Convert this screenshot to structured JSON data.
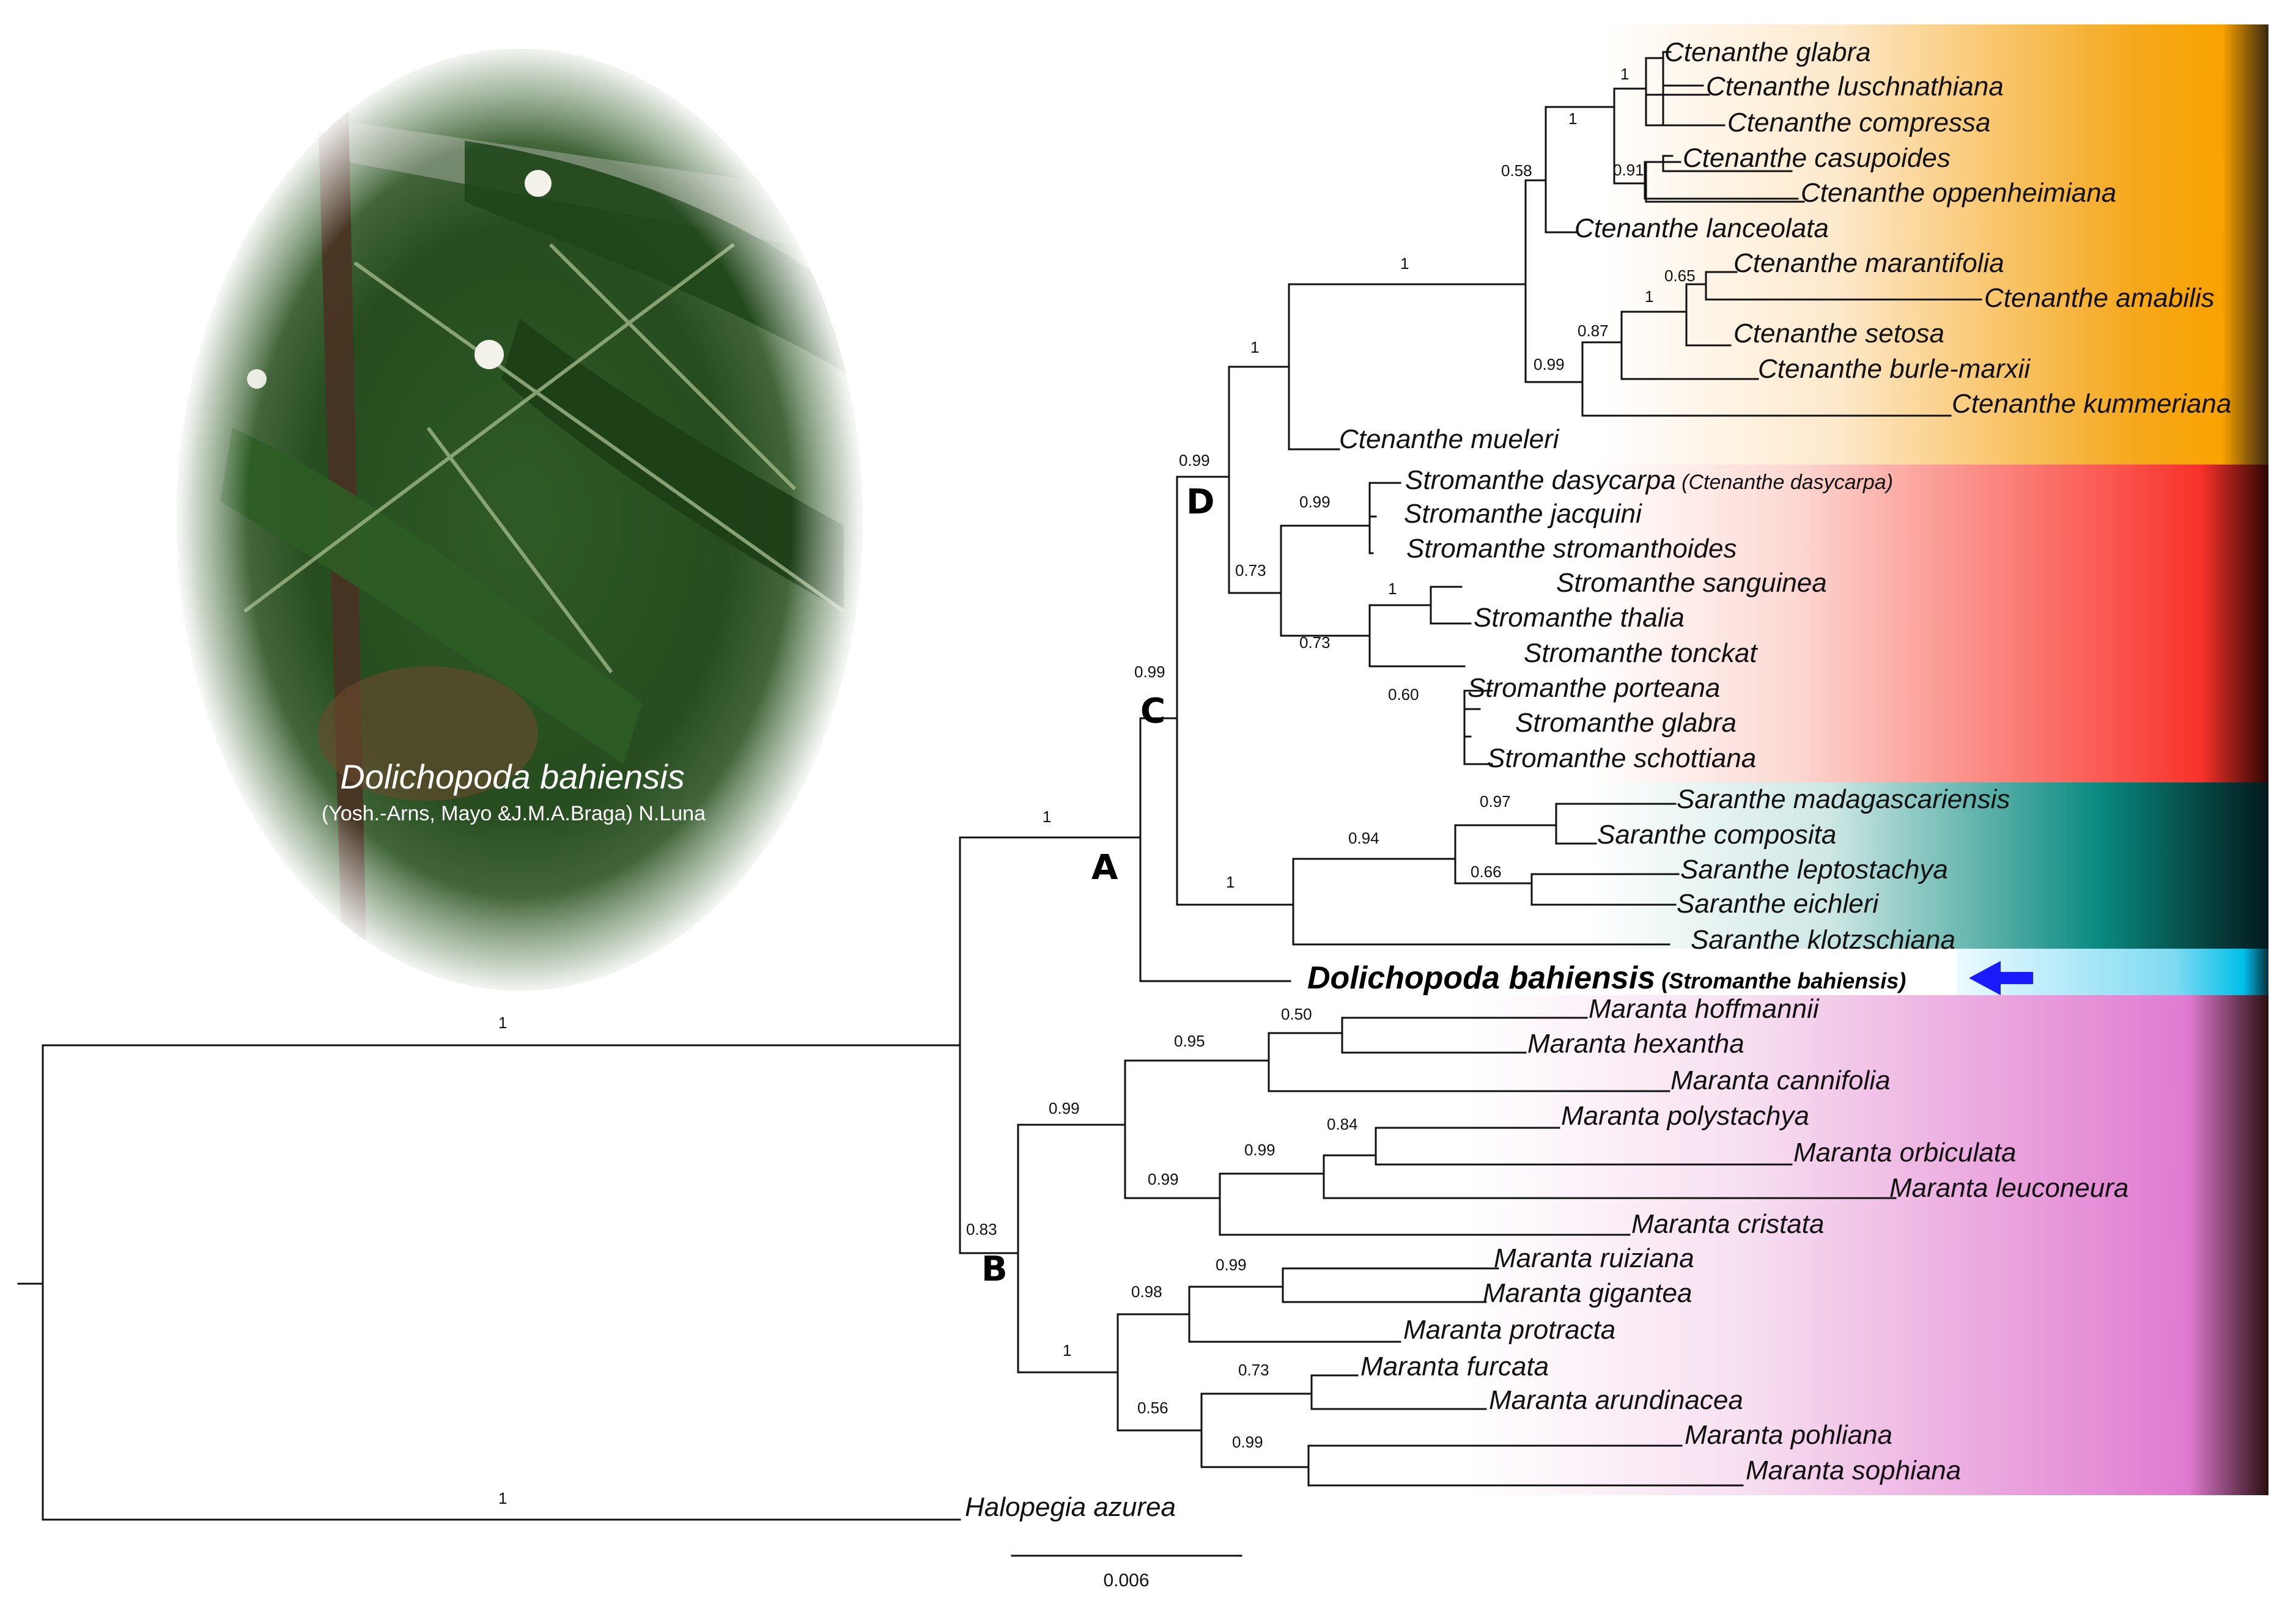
{
  "photo": {
    "caption": "Dolichopoda bahiensis",
    "authority": "(Yosh.-Arns, Mayo &J.M.A.Braga) N.Luna"
  },
  "clades": [
    "A",
    "B",
    "C",
    "D"
  ],
  "scale": {
    "value": "0.006"
  },
  "colors": {
    "ctenanthe": "#f5a81c",
    "stromanthe": "#f8322a",
    "saranthe": "#0a8a80",
    "dolichopoda": "#00bfe8",
    "maranta": "#e07ad0",
    "arrow": "#1a1aff"
  },
  "taxa": {
    "t1": "Ctenanthe glabra",
    "t2": "Ctenanthe luschnathiana",
    "t3": "Ctenanthe compressa",
    "t4": "Ctenanthe casupoides",
    "t5": "Ctenanthe oppenheimiana",
    "t6": "Ctenanthe lanceolata",
    "t7": "Ctenanthe marantifolia",
    "t8": "Ctenanthe amabilis",
    "t9": "Ctenanthe setosa",
    "t10": "Ctenanthe burle-marxii",
    "t11": "Ctenanthe kummeriana",
    "t12": "Ctenanthe mueleri",
    "t13": "Stromanthe dasycarpa",
    "t13syn": "Ctenanthe dasycarpa",
    "t14": "Stromanthe jacquini",
    "t15": "Stromanthe stromanthoides",
    "t16": "Stromanthe sanguinea",
    "t17": "Stromanthe thalia",
    "t18": "Stromanthe tonckat",
    "t19": "Stromanthe porteana",
    "t20": "Stromanthe glabra",
    "t21": "Stromanthe schottiana",
    "t22": "Saranthe madagascariensis",
    "t23": "Saranthe composita",
    "t24": "Saranthe leptostachya",
    "t25": "Saranthe eichleri",
    "t26": "Saranthe klotzschiana",
    "t27": "Dolichopoda bahiensis",
    "t27syn": "Stromanthe bahiensis",
    "t28": "Maranta hoffmannii",
    "t29": "Maranta hexantha",
    "t30": "Maranta cannifolia",
    "t31": "Maranta polystachya",
    "t32": "Maranta orbiculata",
    "t33": "Maranta leuconeura",
    "t34": "Maranta cristata",
    "t35": "Maranta ruiziana",
    "t36": "Maranta gigantea",
    "t37": "Maranta protracta",
    "t38": "Maranta furcata",
    "t39": "Maranta arundinacea",
    "t40": "Maranta pohliana",
    "t41": "Maranta sophiana",
    "t42": "Halopegia azurea"
  },
  "support": {
    "root_ingroup": "1",
    "root_out": "1",
    "nA": "1",
    "nC": "0.99",
    "nD": "0.99",
    "nCt": "1",
    "nCt2": "1",
    "nCt3": "0.58",
    "nCt4": "1",
    "nCt5": "1",
    "nCt6": "0.91",
    "nCt7": "0.99",
    "nCt8": "0.87",
    "nCt9": "1",
    "nCt10": "0.65",
    "nSt": "0.73",
    "nSt2": "0.99",
    "nSt3": "0.73",
    "nSt4": "1",
    "nSt5": "0.60",
    "nSa": "1",
    "nSa2": "0.94",
    "nSa3": "0.97",
    "nSa4": "0.66",
    "nB": "0.83",
    "nM1": "0.99",
    "nM2": "0.95",
    "nM3": "0.50",
    "nM4": "0.99",
    "nM5": "0.99",
    "nM6": "0.84",
    "nM7": "1",
    "nM8": "0.98",
    "nM9": "0.99",
    "nM10": "0.56",
    "nM11": "0.73",
    "nM12": "0.99"
  }
}
